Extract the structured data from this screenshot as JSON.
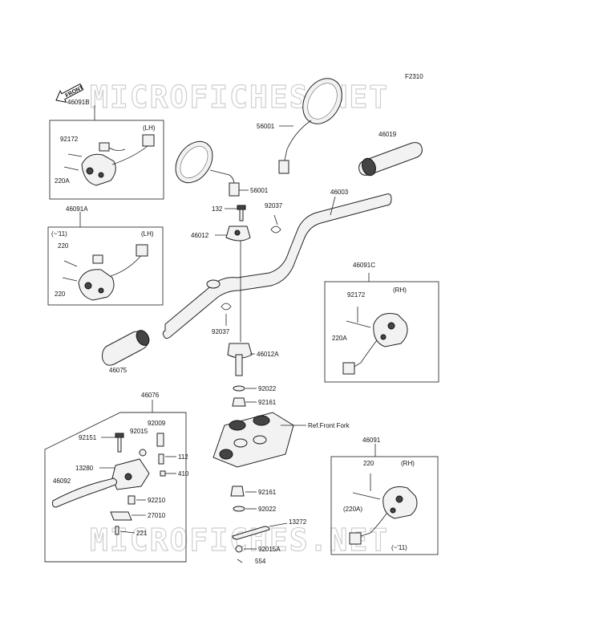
{
  "diagram_code": "F2310",
  "front_label": "FRONT",
  "watermark": "MICROFICHES.NET",
  "labels": {
    "p46091B": "46091B",
    "p92172_lh": "92172",
    "lh1": "(LH)",
    "p220A_lh": "220A",
    "p46091A": "46091A",
    "pre11_lh": "(~'11)",
    "lh2": "(LH)",
    "p220_a": "220",
    "p220_b": "220",
    "p46075": "46075",
    "p56001_top": "56001",
    "p56001_mid": "56001",
    "p46019": "46019",
    "p46003": "46003",
    "p132": "132",
    "p92037_top": "92037",
    "p46012": "46012",
    "p92037_bot": "92037",
    "p46012A": "46012A",
    "p92022_top": "92022",
    "p92161_top": "92161",
    "ref_front_fork": "Ref.Front Fork",
    "p92161_bot": "92161",
    "p92022_bot": "92022",
    "p13272": "13272",
    "p92015A": "92015A",
    "p554": "554",
    "p46091C": "46091C",
    "p92172_rh": "92172",
    "rh1": "(RH)",
    "p220A_rh": "220A",
    "p46091": "46091",
    "p220_rh": "220",
    "rh2": "(RH)",
    "p220A_paren": "(220A)",
    "pre11_rh": "(~'11)",
    "p46076": "46076",
    "p92009": "92009",
    "p92151": "92151",
    "p92015": "92015",
    "p112": "112",
    "p13280": "13280",
    "p410": "410",
    "p46092": "46092",
    "p92210": "92210",
    "p27010": "27010",
    "p221": "221"
  }
}
